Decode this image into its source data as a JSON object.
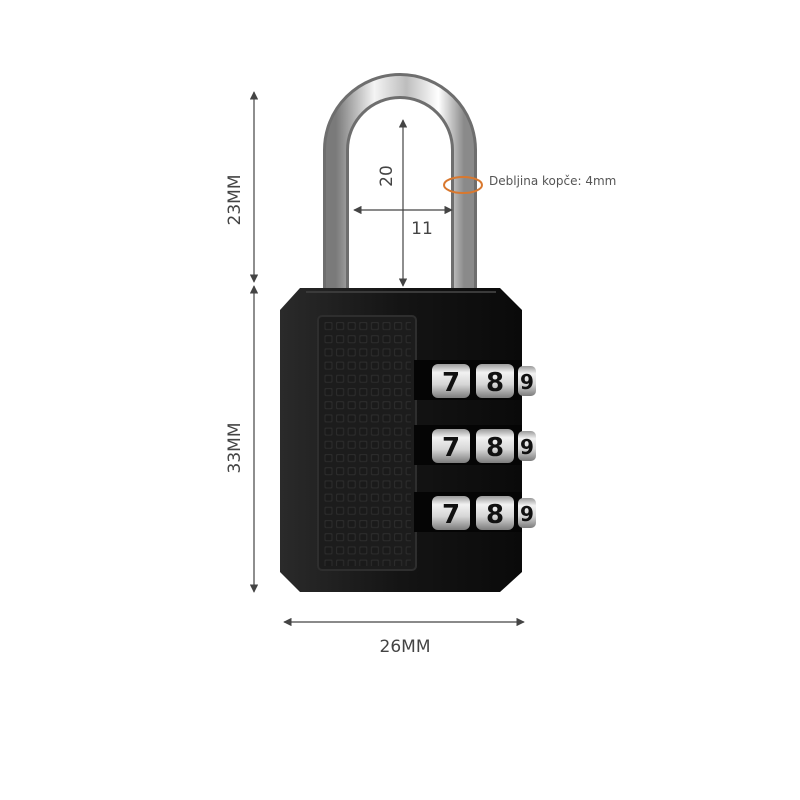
{
  "dimensions": {
    "shackle_height": "23MM",
    "body_height": "33MM",
    "body_width": "26MM",
    "inner_height": "20",
    "inner_width": "11"
  },
  "annotation": {
    "shackle_thickness": "Debljina kopče: 4mm"
  },
  "dials": [
    {
      "d1": "7",
      "d2": "8",
      "d3": "9"
    },
    {
      "d1": "7",
      "d2": "8",
      "d3": "9"
    },
    {
      "d1": "7",
      "d2": "8",
      "d3": "9"
    }
  ],
  "colors": {
    "body": "#141414",
    "shackle": "#c8c8c8",
    "dimension_lines": "#444444",
    "highlight_ring": "#d9782e"
  }
}
